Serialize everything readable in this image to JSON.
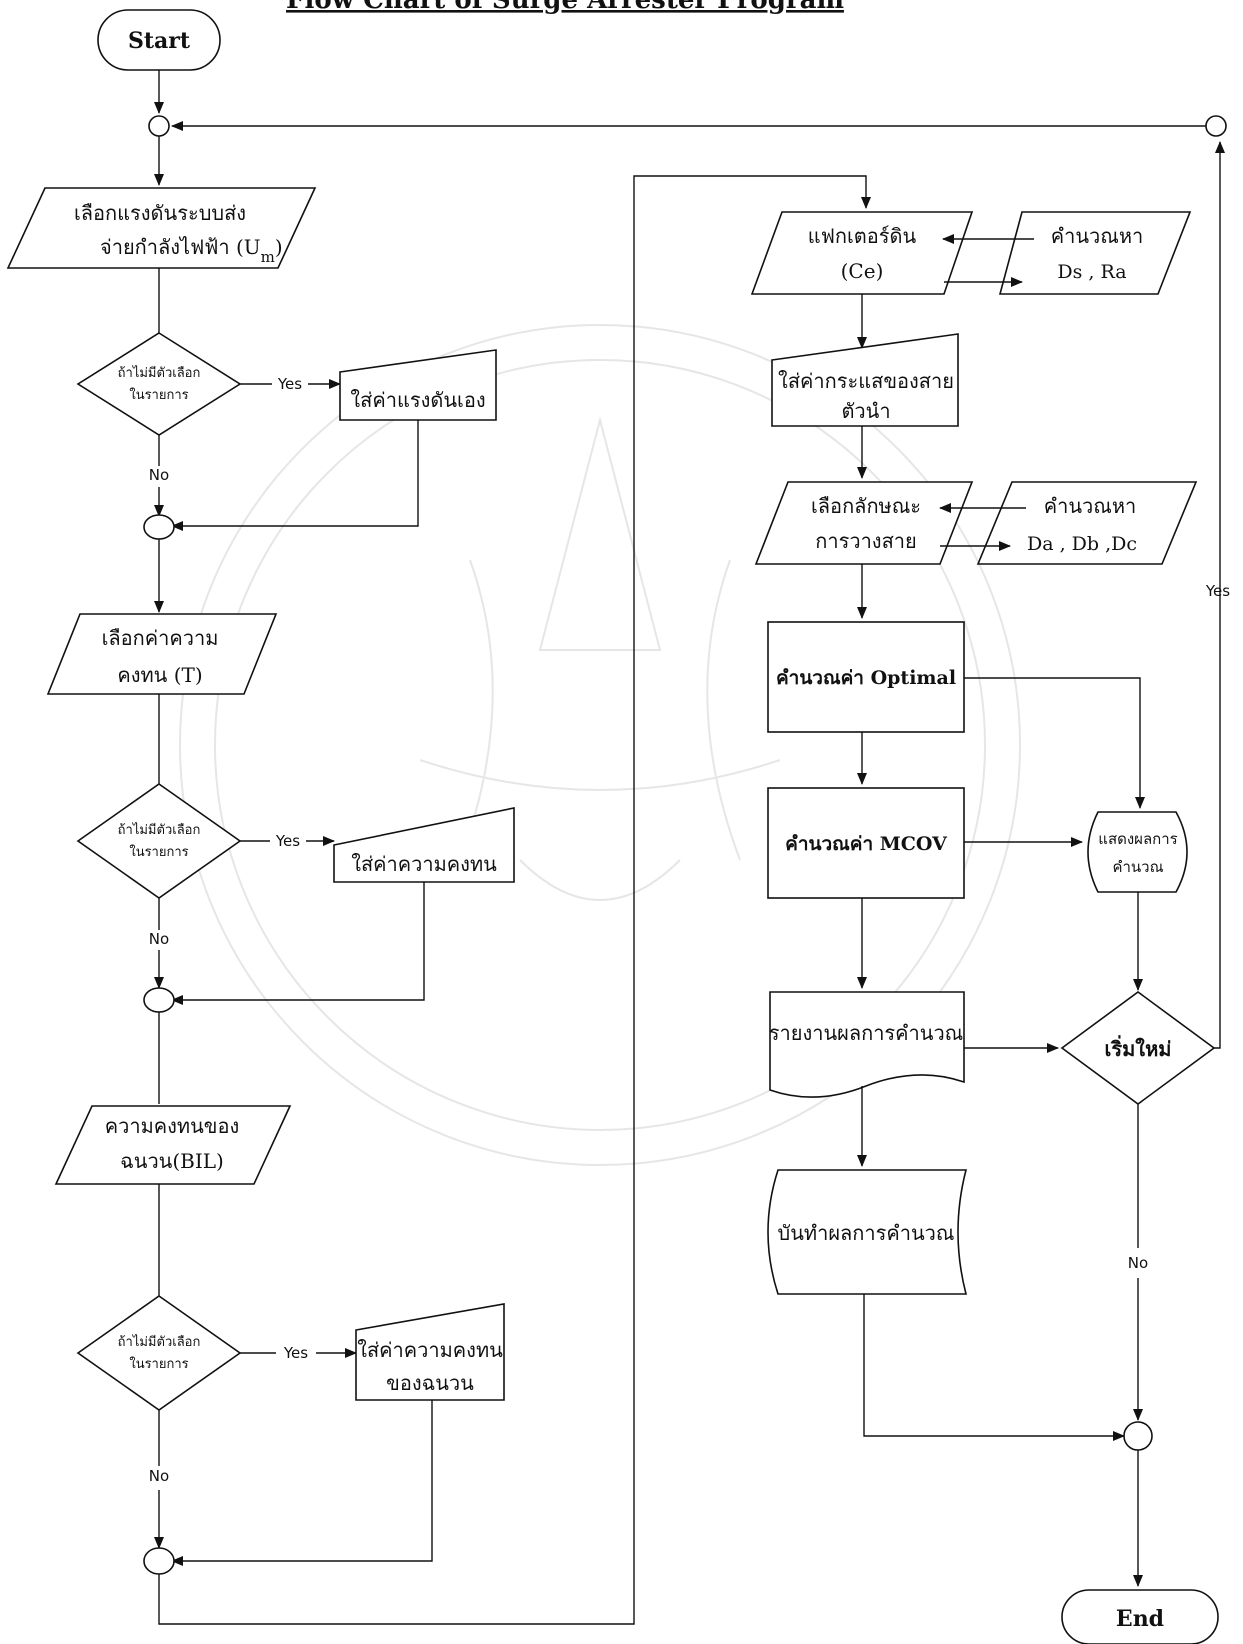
{
  "title": "Flow Chart of Surge Arrester Program",
  "start": "Start",
  "end": "End",
  "yes": "Yes",
  "no": "No",
  "select_voltage": [
    "เลือกแรงดันระบบส่ง",
    "จ่ายกำลังไฟฟ้า (U",
    "m",
    ")"
  ],
  "decision_label": [
    "ถ้าไม่มีตัวเลือก",
    "ในรายการ"
  ],
  "input_voltage": "ใส่ค่าแรงดันเอง",
  "select_endurance": [
    "เลือกค่าความ",
    "คงทน (T)"
  ],
  "input_endurance": "ใส่ค่าความคงทน",
  "insulation": [
    "ความคงทนของ",
    "ฉนวน(BIL)"
  ],
  "input_insulation": [
    "ใส่ค่าความคงทน",
    "ของฉนวน"
  ],
  "ground_factor": [
    "แฟกเตอร์ดิน",
    "(Ce)"
  ],
  "calc_ds_ra": [
    "คำนวณหา",
    "Ds , Ra"
  ],
  "conductor_current": [
    "ใส่ค่ากระแสของสาย",
    "ตัวนำ"
  ],
  "select_layout": [
    "เลือกลักษณะ",
    "การวางสาย"
  ],
  "calc_da_db_dc": [
    "คำนวณหา",
    "Da , Db ,Dc"
  ],
  "calc_optimal": "คำนวณค่า Optimal",
  "calc_mcov": "คำนวณค่า MCOV",
  "display": [
    "แสดงผลการ",
    "คำนวณ"
  ],
  "report": "รายงานผลการคำนวณ",
  "restart": "เริ่มใหม่",
  "save": "บันทำผลการคำนวณ",
  "watermark_lines": "light-gray",
  "colors": {
    "stroke": "#111111",
    "background": "#ffffff"
  }
}
